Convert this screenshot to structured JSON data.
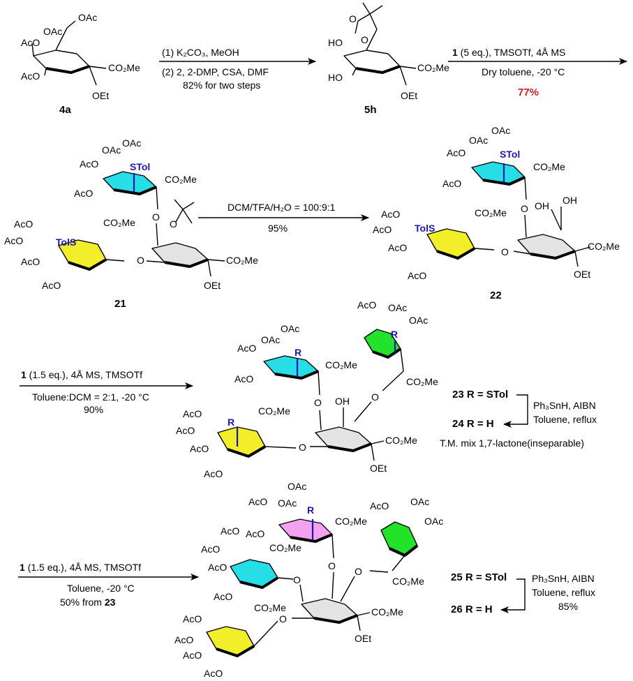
{
  "colors": {
    "ring_gray": "#e3e3e3",
    "ring_cyan": "#27dde6",
    "ring_yellow": "#f3ee2a",
    "ring_green": "#22e22a",
    "ring_pink": "#f2a2ee",
    "tol_blue": "#1a1aa8",
    "yield_red": "#d02020"
  },
  "compounds": {
    "c4a": {
      "label": "4a",
      "substituents": {
        "oac_top": "OAc",
        "oac_chain": "OAc",
        "aco_4": "AcO",
        "aco_3": "AcO",
        "co2me": "CO₂Me",
        "oet": "OEt"
      }
    },
    "c5h": {
      "label": "5h",
      "substituents": {
        "ho_4": "HO",
        "ho_3": "HO",
        "co2me": "CO₂Me",
        "oet": "OEt",
        "o_acetonide": "O",
        "o_acetonide2": "O"
      }
    },
    "c21": {
      "label": "21",
      "substituents": {
        "oac_a": "OAc",
        "oac_b": "OAc",
        "aco_a": "AcO",
        "aco_b": "AcO",
        "stol": "STol",
        "co2me_top": "CO₂Me",
        "aco_y1": "AcO",
        "aco_y2": "AcO",
        "aco_y3": "AcO",
        "aco_y4": "AcO",
        "tols": "TolS",
        "co2me_y": "CO₂Me",
        "co2me_core": "CO₂Me",
        "oet": "OEt",
        "o_link": "O",
        "o_link2": "O",
        "o_ace": "O"
      }
    },
    "c22": {
      "label": "22",
      "substituents": {
        "oac_a": "OAc",
        "oac_b": "OAc",
        "aco_a": "AcO",
        "aco_b": "AcO",
        "stol": "STol",
        "co2me_top": "CO₂Me",
        "oh_a": "OH",
        "oh_b": "OH",
        "aco_y1": "AcO",
        "aco_y2": "AcO",
        "aco_y3": "AcO",
        "aco_y4": "AcO",
        "tols": "TolS",
        "co2me_y": "CO₂Me",
        "co2me_core": "CO₂Me",
        "oet": "OEt",
        "o_link": "O",
        "o_link2": "O"
      }
    },
    "c23": {
      "substituents": {
        "oac_a": "OAc",
        "oac_b": "OAc",
        "aco_a": "AcO",
        "aco_b": "AcO",
        "r_cyan": "R",
        "co2me_cyan": "CO₂Me",
        "aco_g": "AcO",
        "oac_g1": "OAc",
        "oac_g2": "OAc",
        "r_green": "R",
        "co2me_green": "CO₂Me",
        "oh": "OH",
        "o_g": "O",
        "o_c": "O",
        "aco_y1": "AcO",
        "aco_y2": "AcO",
        "aco_y3": "AcO",
        "aco_y4": "AcO",
        "r_yellow": "R",
        "co2me_y": "CO₂Me",
        "o_y": "O",
        "co2me_core": "CO₂Me",
        "oet": "OEt"
      }
    },
    "c25": {
      "substituents": {
        "oac_p1": "OAc",
        "oac_p2": "OAc",
        "aco_p1": "AcO",
        "aco_p2": "AcO",
        "r_pink": "R",
        "co2me_pink": "CO₂Me",
        "aco_c1": "AcO",
        "aco_c2": "AcO",
        "aco_c3": "AcO",
        "aco_c4": "AcO",
        "co2me_cyan": "CO₂Me",
        "aco_g": "AcO",
        "oac_g1": "OAc",
        "oac_g2": "OAc",
        "co2me_green": "CO₂Me",
        "aco_y1": "AcO",
        "aco_y2": "AcO",
        "aco_y3": "AcO",
        "aco_y4": "AcO",
        "co2me_y": "CO₂Me",
        "co2me_core": "CO₂Me",
        "oet": "OEt",
        "o1": "O",
        "o2": "O",
        "o3": "O",
        "o4": "O"
      }
    }
  },
  "steps": {
    "s1": {
      "line1": "(1) K₂CO₃, MeOH",
      "line2": "(2) 2, 2-DMP, CSA, DMF",
      "line3": "82% for two steps"
    },
    "s2": {
      "line1_bold": "1",
      "line1": " (5 eq.), TMSOTf, 4Å MS",
      "line2": "Dry toluene, -20 °C",
      "yield": "77%"
    },
    "s3": {
      "line1": "DCM/TFA/H₂O = 100:9:1",
      "line2": "95%"
    },
    "s4": {
      "line1_bold": "1",
      "line1": " (1.5 eq.), 4Å MS, TMSOTf",
      "line2": "Toluene:DCM = 2:1, -20 °C",
      "line3": "90%"
    },
    "s5": {
      "r23": "23 R = STol",
      "r24": "24 R = H",
      "reagent1": "Ph₃SnH, AIBN",
      "reagent2": "Toluene, reflux",
      "note": "T.M. mix 1,7-lactone(inseparable)"
    },
    "s6": {
      "line1_bold": "1",
      "line1": " (1.5 eq.), 4Å MS, TMSOTf",
      "line2": "Toluene, -20 °C",
      "line3": "50% from ",
      "line3_bold": "23"
    },
    "s7": {
      "r25": "25 R = STol",
      "r26": "26 R = H",
      "reagent1": "Ph₃SnH, AIBN",
      "reagent2": "Toluene, reflux",
      "yield": "85%"
    }
  }
}
